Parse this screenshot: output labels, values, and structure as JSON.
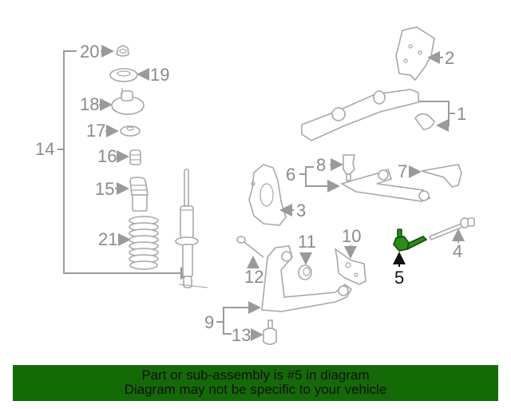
{
  "diagram": {
    "title": "Front suspension parts diagram",
    "highlight_color": "#2e8a1a",
    "line_color": "#9a9a9a",
    "highlighted_part": "5",
    "callouts": [
      {
        "id": "1",
        "label": "1",
        "part": "crossmember"
      },
      {
        "id": "2",
        "label": "2",
        "part": "bracket"
      },
      {
        "id": "3",
        "label": "3",
        "part": "steering-knuckle"
      },
      {
        "id": "4",
        "label": "4",
        "part": "inner-tie-rod"
      },
      {
        "id": "5",
        "label": "5",
        "part": "outer-tie-rod-end"
      },
      {
        "id": "6",
        "label": "6",
        "part": "upper-control-arm"
      },
      {
        "id": "7",
        "label": "7",
        "part": "control-arm-shield"
      },
      {
        "id": "8",
        "label": "8",
        "part": "upper-ball-joint"
      },
      {
        "id": "9",
        "label": "9",
        "part": "lower-control-arm"
      },
      {
        "id": "10",
        "label": "10",
        "part": "lower-arm-shield"
      },
      {
        "id": "11",
        "label": "11",
        "part": "bushing"
      },
      {
        "id": "12",
        "label": "12",
        "part": "bolt"
      },
      {
        "id": "13",
        "label": "13",
        "part": "lower-ball-joint"
      },
      {
        "id": "14",
        "label": "14",
        "part": "strut-assembly"
      },
      {
        "id": "15",
        "label": "15",
        "part": "dust-boot"
      },
      {
        "id": "16",
        "label": "16",
        "part": "bump-stop"
      },
      {
        "id": "17",
        "label": "17",
        "part": "spring-seat"
      },
      {
        "id": "18",
        "label": "18",
        "part": "strut-mount"
      },
      {
        "id": "19",
        "label": "19",
        "part": "bearing"
      },
      {
        "id": "20",
        "label": "20",
        "part": "nut"
      },
      {
        "id": "21",
        "label": "21",
        "part": "coil-spring"
      }
    ]
  },
  "banner": {
    "line1": "Part or sub-assembly is #5 in diagram",
    "line2": "Diagram may not be specific to your vehicle",
    "background": "#156a08"
  }
}
